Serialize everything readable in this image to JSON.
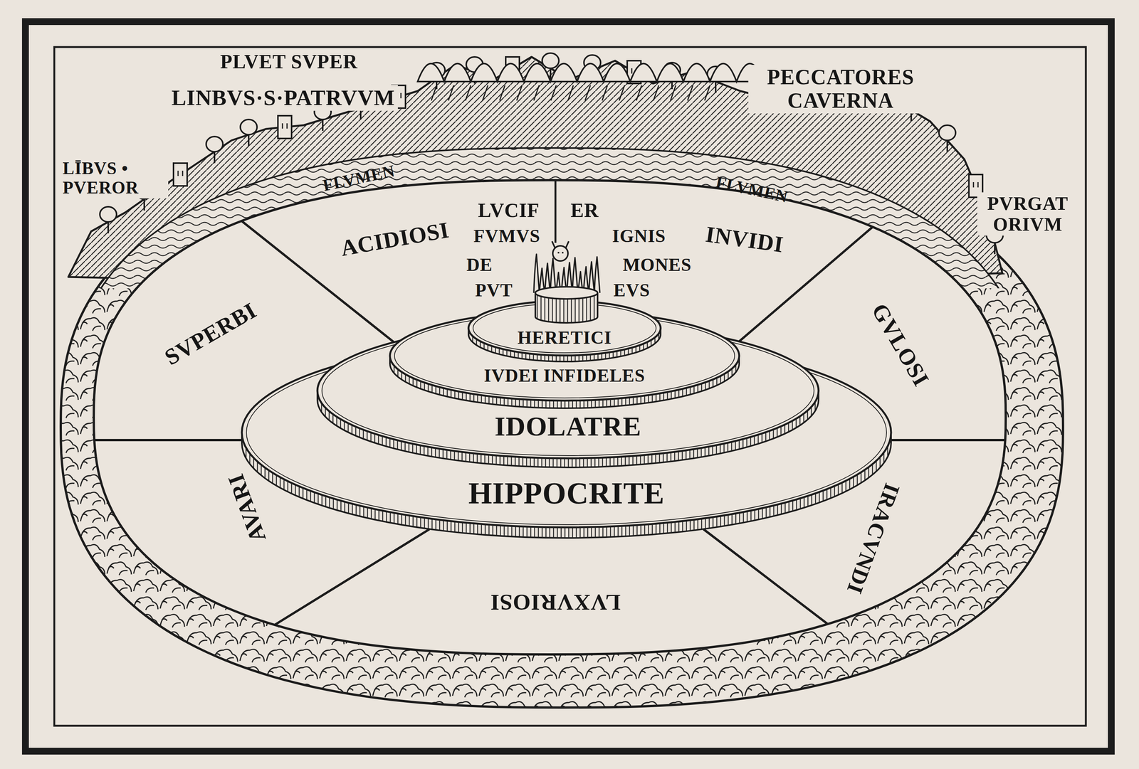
{
  "diagram": {
    "nodes": [
      {
        "text": [
          "SVPERBI"
        ]
      },
      {
        "text": [
          "ACIDIOSI"
        ]
      },
      {
        "text": [
          "INVIDI"
        ]
      },
      {
        "text": [
          "GVLOSI"
        ]
      },
      {
        "text": [
          "IRACVNDI"
        ]
      },
      {
        "text": [
          "LVXVRIOSI"
        ]
      },
      {
        "text": [
          "AVARI"
        ]
      },
      {
        "text": [
          "HIPPOCRITE"
        ]
      },
      {
        "text": [
          "IDOLATRE"
        ],
        "in": 7
      },
      {
        "text": [
          "IVDEI INFIDELES"
        ],
        "in": 8
      },
      {
        "text": [
          "HERETICI"
        ],
        "in": 9
      }
    ],
    "labels": [
      "PLVET SVPER",
      "LINBVS·S·PATRVVM",
      "LĪBVS • PVEROR",
      "PECCATORES CAVERNA",
      "PVRGAT ORIVM",
      "FLVMEN",
      "FLVMEN",
      "LVCIF",
      "ER",
      "FVMVS",
      "IGNIS",
      "DE",
      "MONES",
      "PVT",
      "EVS"
    ]
  }
}
